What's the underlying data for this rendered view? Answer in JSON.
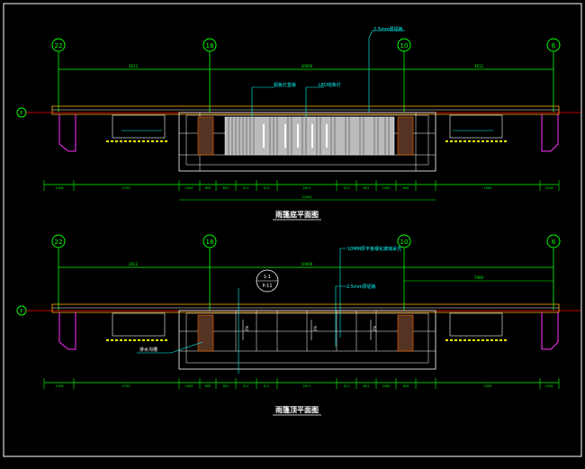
{
  "colors": {
    "background": "#000000",
    "frame": "#ffffff",
    "axis_bubble": "#00ff00",
    "axis_line": "#ff0000",
    "dimension": "#00ff00",
    "structure": "#ffffff",
    "wall": "#ff0000",
    "hatch": "#ff66ff",
    "finish": "#ffff00",
    "glass": "#00ffff",
    "text": "#ffffff"
  },
  "top_plan": {
    "title": "雨篷底平面图",
    "grid_axes": [
      "22",
      "18",
      "10",
      "6"
    ],
    "row_axis": "F",
    "labels": {
      "steel_plate": "2.5mm厚铝板",
      "fixture": "铝板灯盒板",
      "led": "LED线条灯"
    },
    "top_dims": {
      "left": "3612",
      "middle": "10000",
      "right": "3612"
    },
    "bottom_dims": [
      "1026",
      "2700",
      "1000",
      "600",
      "651",
      "511",
      "511",
      "2017",
      "511",
      "651",
      "1000",
      "600",
      "1000",
      "1026"
    ],
    "overall_dim": "12000"
  },
  "bottom_plan": {
    "title": "雨篷顶平面图",
    "grid_axes": [
      "22",
      "18",
      "10",
      "6"
    ],
    "row_axis": "F",
    "labels": {
      "glass": "10MM厚平板钢化玻璃采光",
      "steel_plate": "2.5mm厚铝板",
      "drain": "排水沟槽",
      "section_num": "1-1",
      "section_ref": "P-11"
    },
    "top_dims": {
      "left": "3612",
      "middle": "10000",
      "right": "7000"
    },
    "bottom_dims": [
      "1026",
      "2700",
      "1000",
      "600",
      "651",
      "511",
      "511",
      "2017",
      "511",
      "651",
      "1000",
      "600",
      "1000",
      "1026"
    ],
    "slopes": [
      "2%",
      "2%",
      "2%"
    ]
  }
}
